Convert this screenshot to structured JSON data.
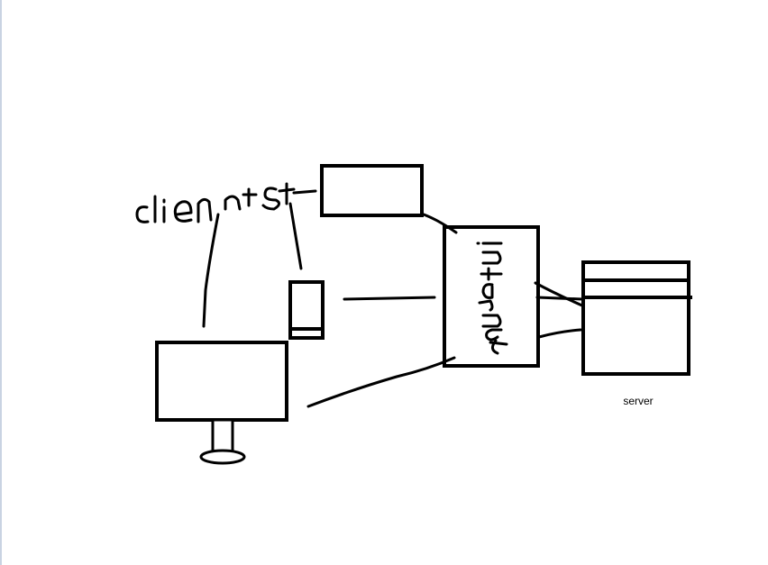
{
  "diagram": {
    "clients_label": "clients",
    "internet_label": "internet",
    "server_label": "server",
    "stroke_color": "#000000",
    "background_color": "#ffffff"
  }
}
